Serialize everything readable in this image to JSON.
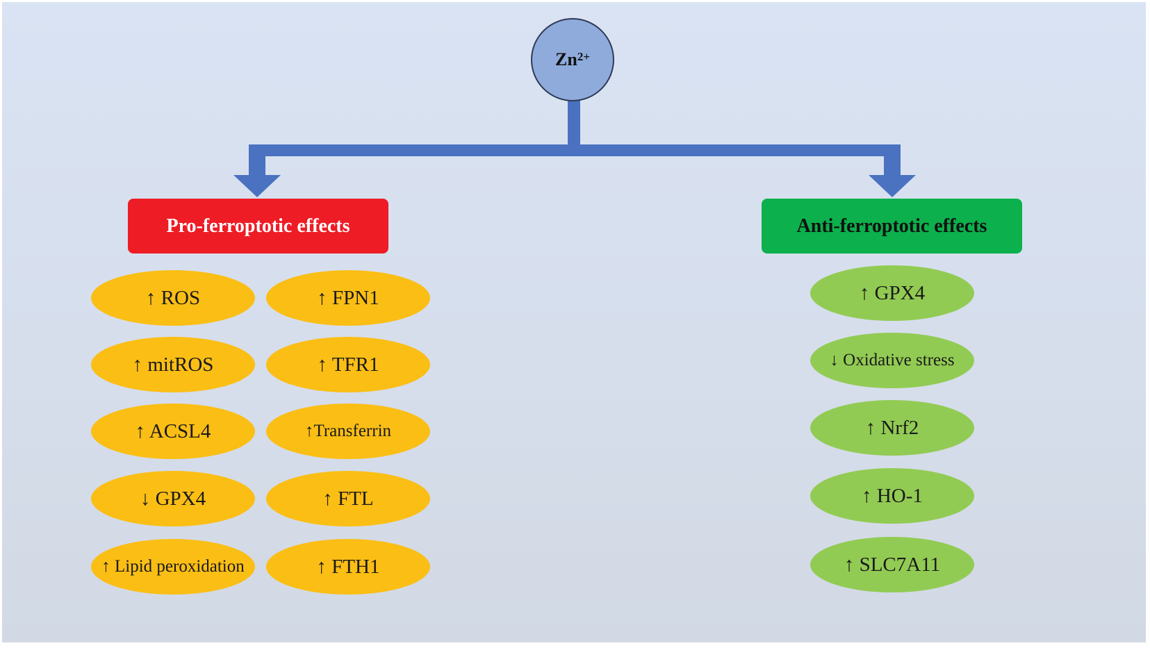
{
  "root": {
    "base": "Zn",
    "superscript": "2+"
  },
  "branches": {
    "pro": {
      "title": "Pro-ferroptotic effects",
      "color": "#ee1c25",
      "items_left": [
        "↑ ROS",
        "↑ mitROS",
        "↑ ACSL4",
        "↓ GPX4",
        "↑ Lipid peroxidation"
      ],
      "items_right": [
        "↑ FPN1",
        "↑ TFR1",
        "↑Transferrin",
        "↑ FTL",
        "↑ FTH1"
      ],
      "item_color": "#fbbe15"
    },
    "anti": {
      "title": "Anti-ferroptotic effects",
      "color": "#0cb04c",
      "items": [
        "↑ GPX4",
        "↓ Oxidative stress",
        "↑ Nrf2",
        "↑ HO-1",
        "↑ SLC7A11"
      ],
      "item_color": "#92cb53"
    }
  },
  "connector_color": "#4a72c0",
  "background_color": "#d9e3f3"
}
